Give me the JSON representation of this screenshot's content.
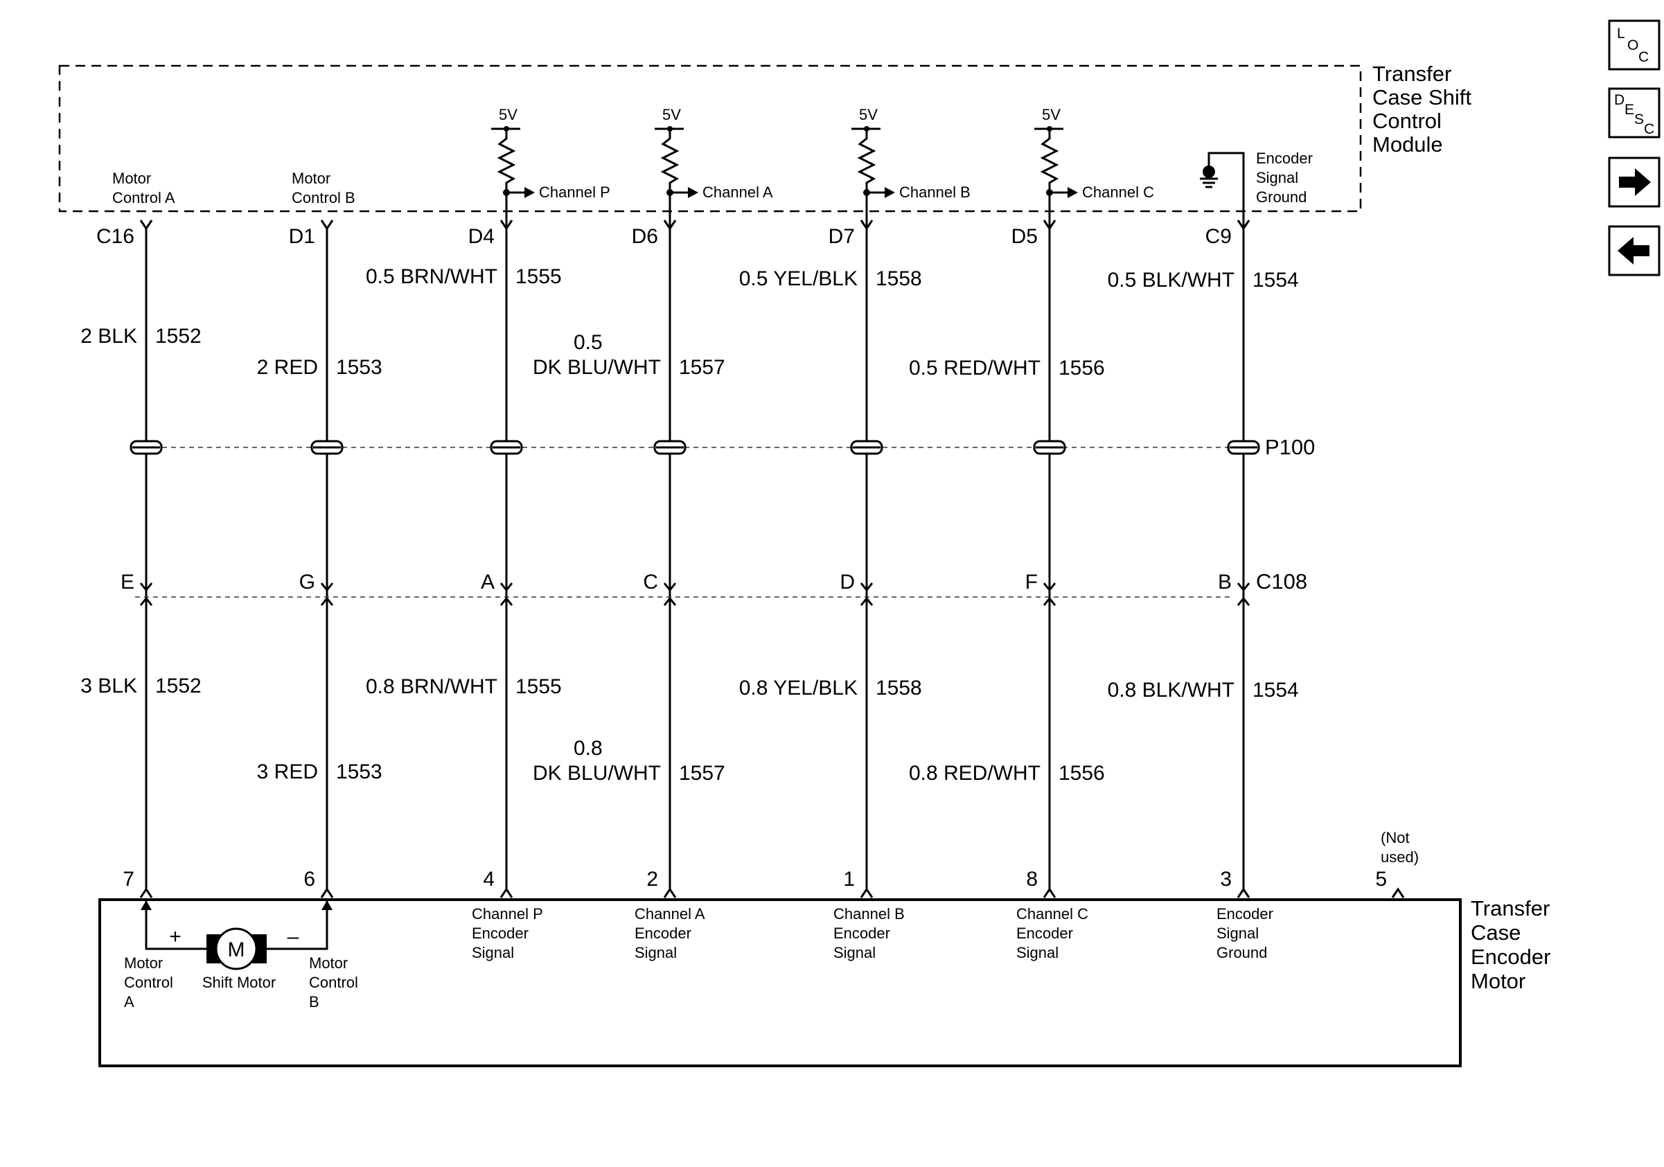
{
  "module": {
    "title_lines": [
      "Transfer",
      "Case Shift",
      "Control",
      "Module"
    ],
    "supply_label": "5V",
    "ground_label_lines": [
      "Encoder",
      "Signal",
      "Ground"
    ]
  },
  "encoder": {
    "title_lines": [
      "Transfer",
      "Case",
      "Encoder",
      "Motor"
    ],
    "motor_symbol": "M",
    "motor_label": "Shift Motor",
    "plus": "+",
    "minus": "–",
    "not_used_lines": [
      "(Not",
      "used)"
    ],
    "not_used_pin": "5"
  },
  "connectors": {
    "splice": "P100",
    "inline": "C108"
  },
  "nav": {
    "loc": [
      "L",
      "O",
      "C"
    ],
    "desc": [
      "D",
      "E",
      "S",
      "C"
    ],
    "next_icon": "arrow-right-icon",
    "prev_icon": "arrow-left-icon"
  },
  "circuits": [
    {
      "module_label": [
        "Motor",
        "Control A"
      ],
      "module_pin": "C16",
      "upper_color": "2 BLK",
      "upper_circuit": "1552",
      "inline_cavity": "E",
      "lower_color": "3 BLK",
      "lower_circuit": "1552",
      "encoder_pin": "7",
      "encoder_label": [
        "Motor",
        "Control",
        "A"
      ]
    },
    {
      "module_label": [
        "Motor",
        "Control B"
      ],
      "module_pin": "D1",
      "upper_color": "2 RED",
      "upper_circuit": "1553",
      "inline_cavity": "G",
      "lower_color": "3 RED",
      "lower_circuit": "1553",
      "encoder_pin": "6",
      "encoder_label": [
        "Motor",
        "Control",
        "B"
      ]
    },
    {
      "module_label": [
        "Channel P"
      ],
      "module_pin": "D4",
      "upper_color": "0.5 BRN/WHT",
      "upper_circuit": "1555",
      "inline_cavity": "A",
      "lower_color": "0.8 BRN/WHT",
      "lower_circuit": "1555",
      "encoder_pin": "4",
      "encoder_label": [
        "Channel P",
        "Encoder",
        "Signal"
      ]
    },
    {
      "module_label": [
        "Channel A"
      ],
      "module_pin": "D6",
      "upper_color": "0.5 DK BLU/WHT",
      "upper_circuit": "1557",
      "inline_cavity": "C",
      "lower_color": "0.8 DK BLU/WHT",
      "lower_circuit": "1557",
      "encoder_pin": "2",
      "encoder_label": [
        "Channel A",
        "Encoder",
        "Signal"
      ]
    },
    {
      "module_label": [
        "Channel B"
      ],
      "module_pin": "D7",
      "upper_color": "0.5 YEL/BLK",
      "upper_circuit": "1558",
      "inline_cavity": "D",
      "lower_color": "0.8 YEL/BLK",
      "lower_circuit": "1558",
      "encoder_pin": "1",
      "encoder_label": [
        "Channel B",
        "Encoder",
        "Signal"
      ]
    },
    {
      "module_label": [
        "Channel C"
      ],
      "module_pin": "D5",
      "upper_color": "0.5 RED/WHT",
      "upper_circuit": "1556",
      "inline_cavity": "F",
      "lower_color": "0.8 RED/WHT",
      "lower_circuit": "1556",
      "encoder_pin": "8",
      "encoder_label": [
        "Channel C",
        "Encoder",
        "Signal"
      ]
    },
    {
      "module_label": [
        "Encoder",
        "Signal",
        "Ground"
      ],
      "module_pin": "C9",
      "upper_color": "0.5 BLK/WHT",
      "upper_circuit": "1554",
      "inline_cavity": "B",
      "lower_color": "0.8 BLK/WHT",
      "lower_circuit": "1554",
      "encoder_pin": "3",
      "encoder_label": [
        "Encoder",
        "Signal",
        "Ground"
      ]
    }
  ]
}
